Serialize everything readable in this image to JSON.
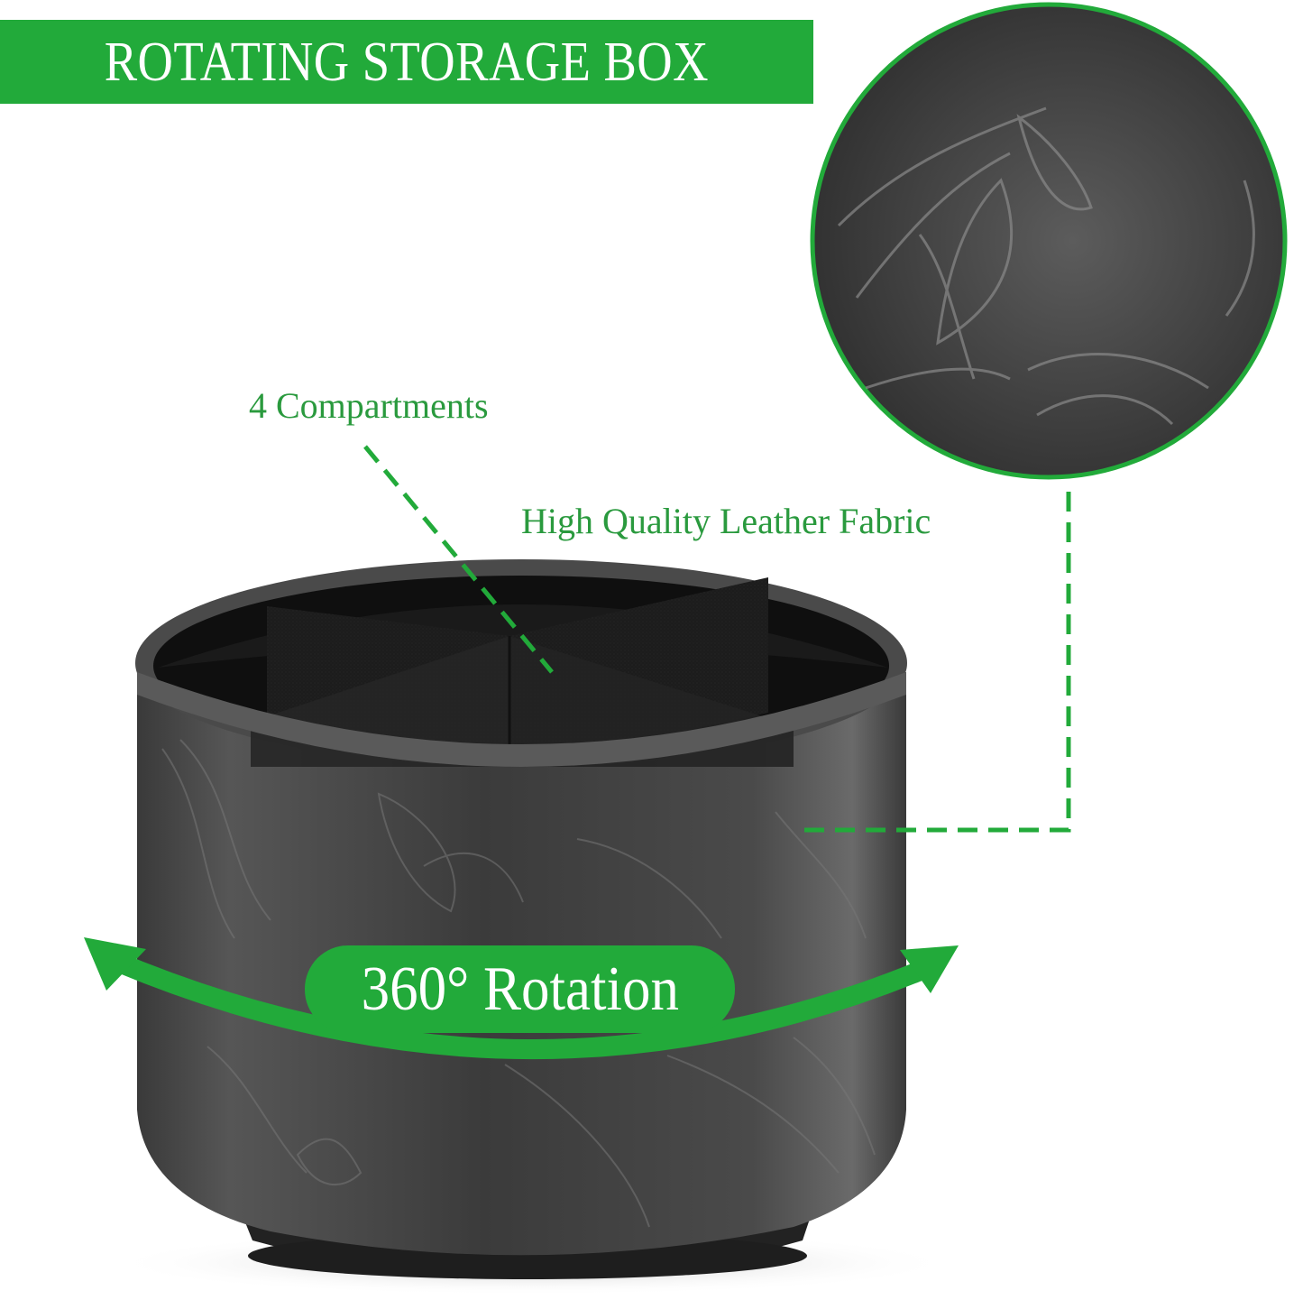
{
  "banner": {
    "title": "ROTATING STORAGE BOX"
  },
  "callouts": {
    "compartments": "4 Compartments",
    "material": "High Quality Leather Fabric",
    "rotation": "360° Rotation"
  },
  "product": {
    "name": "rotating storage box",
    "color": "black",
    "texture": "embossed floral leather",
    "compartment_count": 4
  },
  "colors": {
    "accent_green": "#22aa3a",
    "label_green": "#2a9a3e",
    "box_dark": "#2b2b2b",
    "background": "#ffffff"
  },
  "icons": {
    "rotation_arrow": "curved-double-arrow-icon",
    "leader_lines": "dashed-leader-line"
  }
}
